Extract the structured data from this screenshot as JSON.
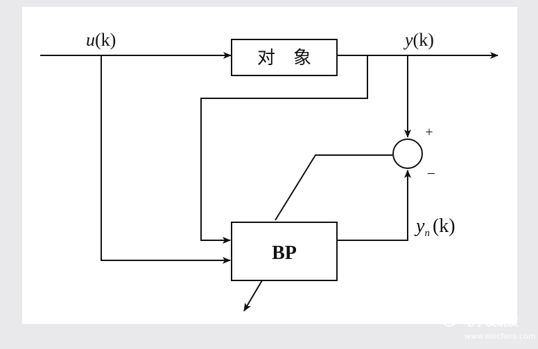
{
  "diagram": {
    "title": "BP neural network identification block diagram",
    "input_label": {
      "var": "u",
      "arg": "(k)"
    },
    "output_label": {
      "var": "y",
      "arg": "(k)"
    },
    "nn_output_label": {
      "var": "y",
      "sub": "n",
      "arg": "(k)"
    },
    "plant_block_label": "对　象",
    "bp_block_label": "BP",
    "sum_plus": "+",
    "sum_minus": "−"
  },
  "watermark": {
    "title": "电子发烧友",
    "url": "www.elecfans.com"
  },
  "colors": {
    "background": "#e9e9eb",
    "panel": "#ffffff",
    "stroke": "#111111",
    "watermark": "#ffffff"
  }
}
